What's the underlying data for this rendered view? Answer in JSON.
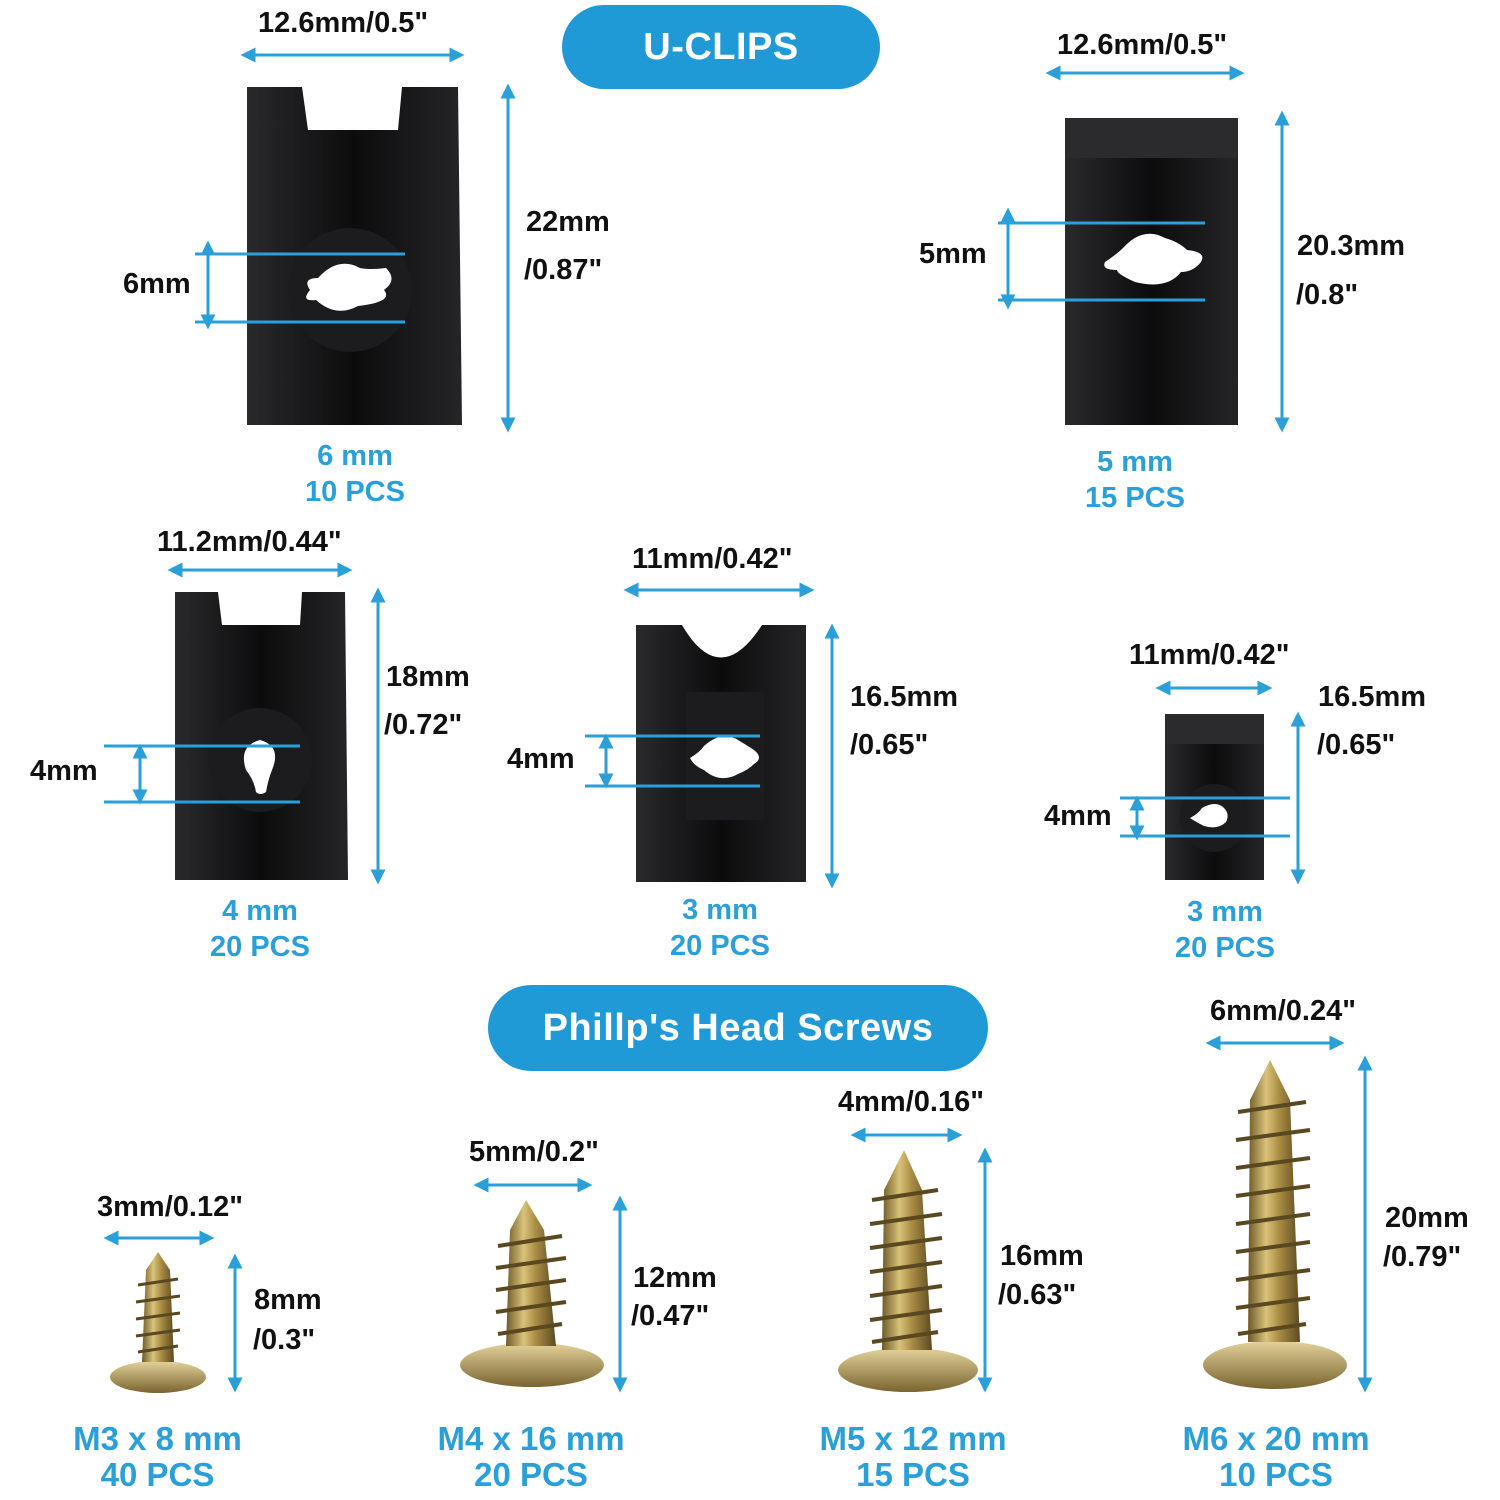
{
  "headings": {
    "clips": "U-CLIPS",
    "screws": "Phillp's Head Screws"
  },
  "colors": {
    "accent": "#1f9ad6",
    "clip": "#0f0f10",
    "screw": "#b99a4a"
  },
  "clips": [
    {
      "width_label": "12.6mm/0.5\"",
      "height_label_1": "22mm",
      "height_label_2": "/0.87\"",
      "hole_label": "6mm",
      "size": "6 mm",
      "qty": "10 PCS"
    },
    {
      "width_label": "12.6mm/0.5\"",
      "height_label_1": "20.3mm",
      "height_label_2": "/0.8\"",
      "hole_label": "5mm",
      "size": "5 mm",
      "qty": "15 PCS"
    },
    {
      "width_label": "11.2mm/0.44\"",
      "height_label_1": "18mm",
      "height_label_2": "/0.72\"",
      "hole_label": "4mm",
      "size": "4 mm",
      "qty": "20 PCS"
    },
    {
      "width_label": "11mm/0.42\"",
      "height_label_1": "16.5mm",
      "height_label_2": "/0.65\"",
      "hole_label": "4mm",
      "size": "3 mm",
      "qty": "20 PCS"
    },
    {
      "width_label": "11mm/0.42\"",
      "height_label_1": "16.5mm",
      "height_label_2": "/0.65\"",
      "hole_label": "4mm",
      "size": "3 mm",
      "qty": "20 PCS"
    }
  ],
  "screws": [
    {
      "width_label": "3mm/0.12\"",
      "length_label_1": "8mm",
      "length_label_2": "/0.3\"",
      "size": "M3 x 8 mm",
      "qty": "40 PCS"
    },
    {
      "width_label": "5mm/0.2\"",
      "length_label_1": "12mm",
      "length_label_2": "/0.47\"",
      "size": "M4 x 16 mm",
      "qty": "20 PCS"
    },
    {
      "width_label": "4mm/0.16\"",
      "length_label_1": "16mm",
      "length_label_2": "/0.63\"",
      "size": "M5 x 12 mm",
      "qty": "15 PCS"
    },
    {
      "width_label": "6mm/0.24\"",
      "length_label_1": "20mm",
      "length_label_2": "/0.79\"",
      "size": "M6 x 20 mm",
      "qty": "10 PCS"
    }
  ]
}
